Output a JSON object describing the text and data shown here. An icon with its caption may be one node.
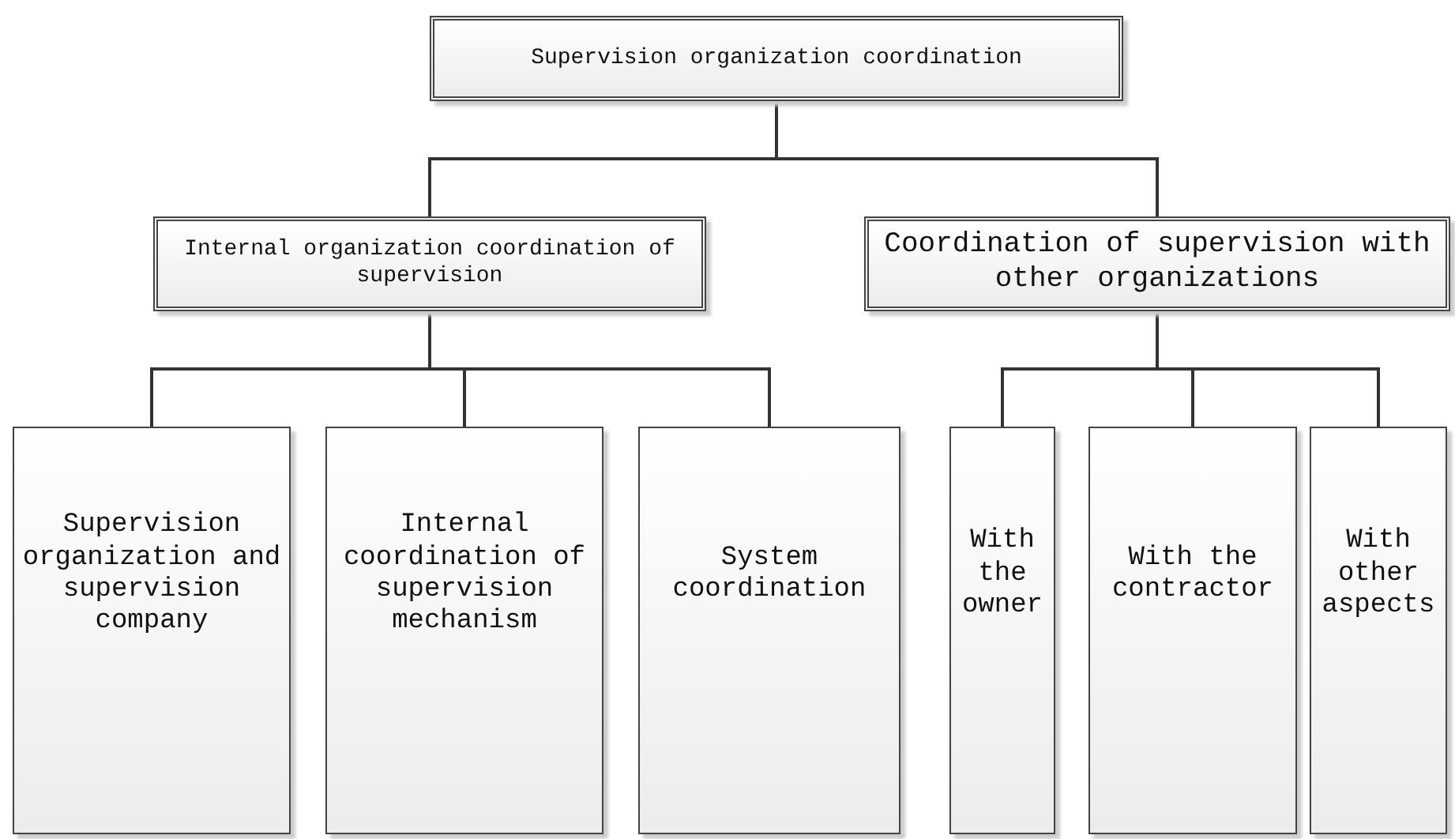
{
  "diagram": {
    "nodes": [
      {
        "text": [
          "Supervision organization coordination"
        ]
      },
      {
        "text": [
          "Internal organization coordination of supervision"
        ]
      },
      {
        "text": [
          "Coordination of supervision with other organizations"
        ]
      },
      {
        "text": [
          "Supervision organization and supervision company"
        ]
      },
      {
        "text": [
          "Internal coordination of supervision mechanism"
        ]
      },
      {
        "text": [
          "System coordination"
        ]
      },
      {
        "text": [
          "With the owner"
        ]
      },
      {
        "text": [
          "With the contractor"
        ]
      },
      {
        "text": [
          "With other aspects"
        ]
      }
    ],
    "edges": [
      {
        "from": 0,
        "to": 1,
        "arrow": "none"
      },
      {
        "from": 0,
        "to": 2,
        "arrow": "none"
      },
      {
        "from": 1,
        "to": 3,
        "arrow": "none"
      },
      {
        "from": 1,
        "to": 4,
        "arrow": "none"
      },
      {
        "from": 1,
        "to": 5,
        "arrow": "none"
      },
      {
        "from": 2,
        "to": 6,
        "arrow": "none"
      },
      {
        "from": 2,
        "to": 7,
        "arrow": "none"
      },
      {
        "from": 2,
        "to": 8,
        "arrow": "none"
      }
    ]
  }
}
